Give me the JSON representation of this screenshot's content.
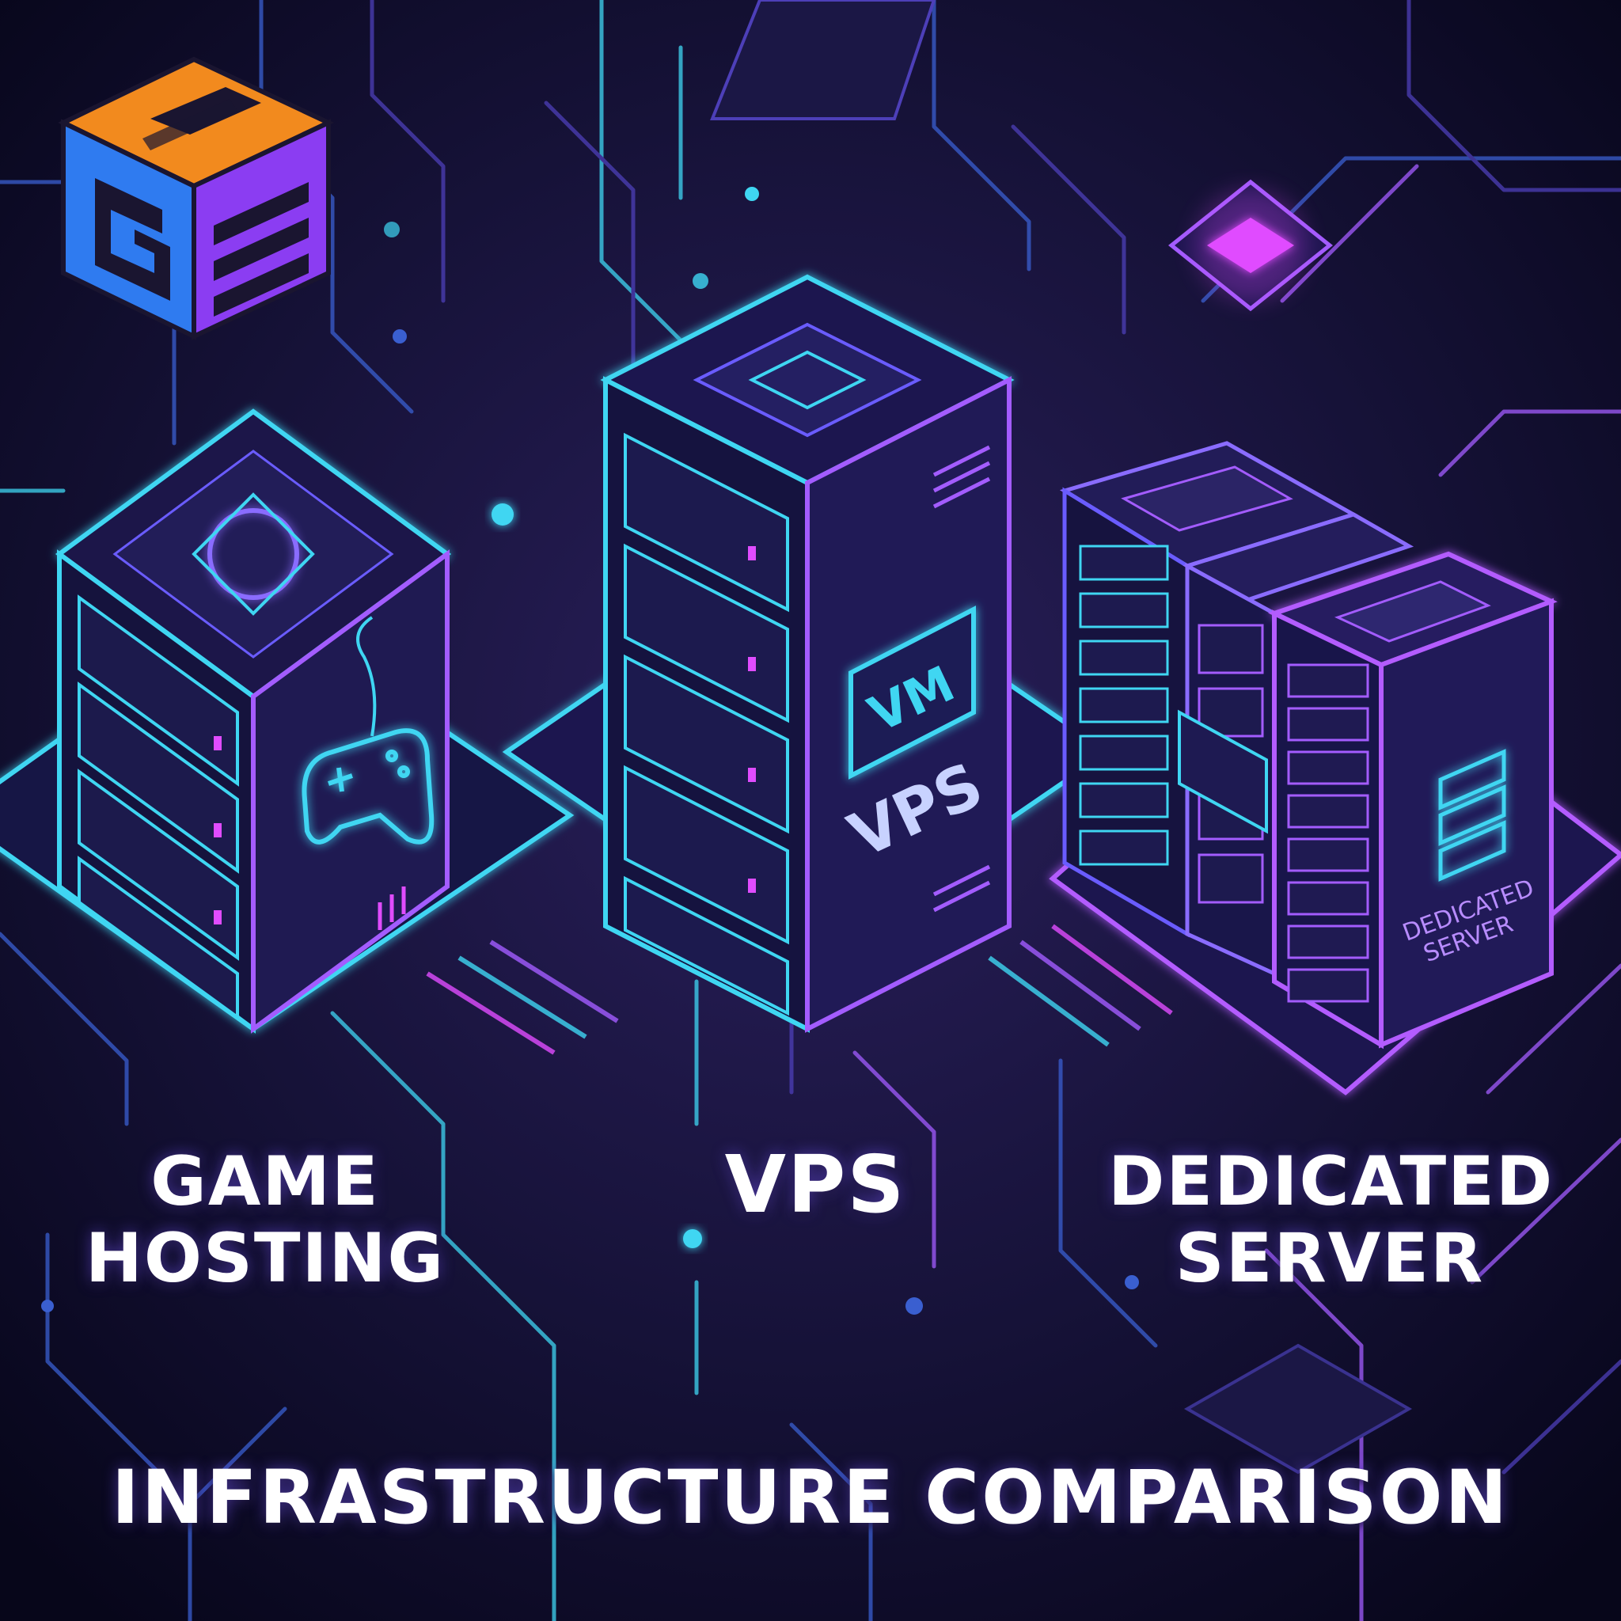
{
  "brand": {
    "name": "logo-cube",
    "colors": {
      "orange": "#f28a1e",
      "blue": "#2f7bf0",
      "purple": "#8b3df2",
      "dark": "#1a1530"
    }
  },
  "palette": {
    "background": "#0b0a22",
    "circuit_cyan": "#3fd6f2",
    "circuit_purple": "#a35cff",
    "glow_magenta": "#e04cff"
  },
  "servers": [
    {
      "id": "game",
      "label_line1": "GAME",
      "label_line2": "HOSTING",
      "icon": "gamepad-icon"
    },
    {
      "id": "vps",
      "label": "VPS",
      "badge_text": "VM",
      "side_text": "VPS",
      "icon": "vm-badge-icon"
    },
    {
      "id": "dedicated",
      "label_line1": "DEDICATED",
      "label_line2": "SERVER",
      "side_text_line1": "DEDICATED",
      "side_text_line2": "SERVER",
      "icon": "server-stack-icon"
    }
  ],
  "title": "INFRASTRUCTURE COMPARISON"
}
